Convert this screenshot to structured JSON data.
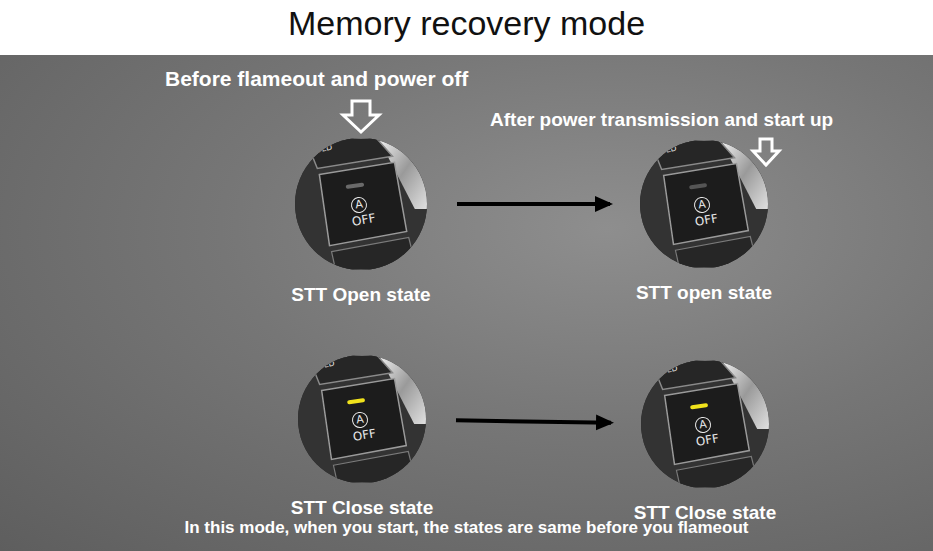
{
  "diagram": {
    "title": "Memory recovery mode",
    "caption": "In this mode, when you start, the states are same before you flameout",
    "nodes": [
      {
        "text": [
          "HOLD",
          "A",
          "OFF",
          "STT Open state"
        ]
      },
      {
        "text": [
          "HOLD",
          "A",
          "OFF",
          "STT open state"
        ]
      },
      {
        "text": [
          "HOLD",
          "A",
          "OFF",
          "STT Close state"
        ]
      },
      {
        "text": [
          "HOLD",
          "A",
          "OFF",
          "STT Close state"
        ]
      }
    ],
    "edges": [
      {
        "from": 0,
        "to": 1,
        "arrow": "to"
      },
      {
        "from": 2,
        "to": 3,
        "arrow": "to"
      }
    ],
    "labels": [
      "Before flameout and power off",
      "After power transmission and start up"
    ]
  }
}
